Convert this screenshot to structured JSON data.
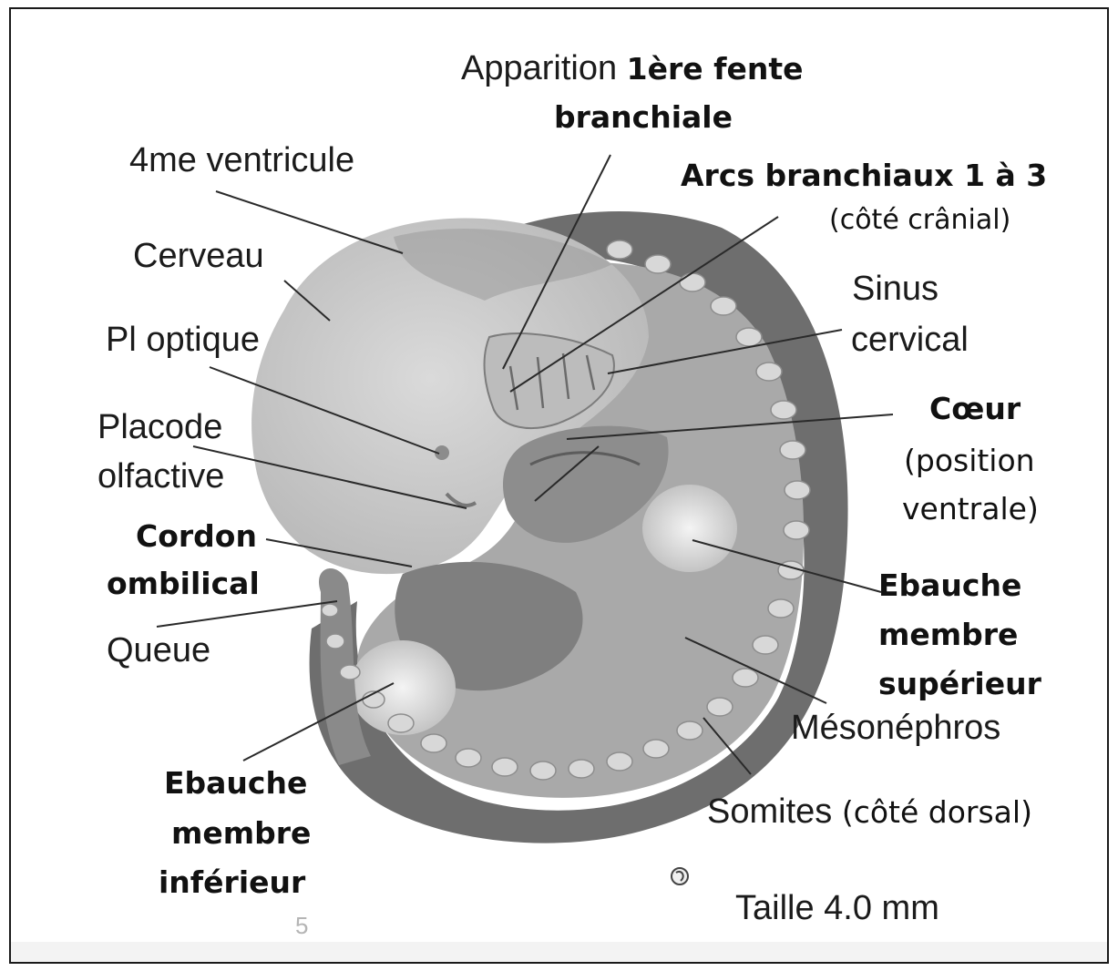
{
  "labels": {
    "apparition_prefix": "Apparition ",
    "apparition_bold": "1ère fente",
    "apparition_bold_line2": "branchiale",
    "ventricule": "4me ventricule",
    "arcs": "Arcs branchiaux 1 à 3",
    "arcs_note": "(côté crânial)",
    "cerveau": "Cerveau",
    "sinus_line1": "Sinus",
    "sinus_line2": "cervical",
    "pl_optique": "Pl optique",
    "placode_line1": "Placode",
    "placode_line2": "olfactive",
    "coeur": "Cœur",
    "coeur_note_line1": "(position",
    "coeur_note_line2": "ventrale)",
    "cordon_line1": "Cordon",
    "cordon_line2": "ombilical",
    "membre_sup_line1": "Ebauche",
    "membre_sup_line2": "membre",
    "membre_sup_line3": "supérieur",
    "queue": "Queue",
    "mesonephros": "Mésonéphros",
    "membre_inf_line1": "Ebauche",
    "membre_inf_line2": "membre",
    "membre_inf_line3": "inférieur",
    "somites": "Somites",
    "somites_note": "(côté dorsal)",
    "taille": "Taille 4.0 mm",
    "faint_mark": "5"
  },
  "colors": {
    "outer_wall": "#6e6e6e",
    "body": "#a9a9a9",
    "head": "#c8c8c8",
    "somite": "#d9d9d9",
    "line": "#2a2a2a"
  }
}
